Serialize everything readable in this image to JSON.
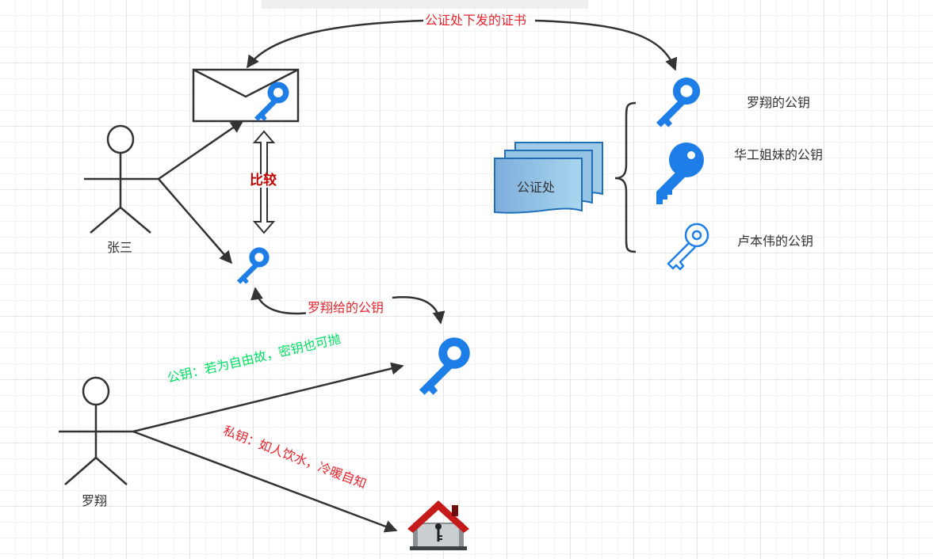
{
  "labels": {
    "cert_from_ca": "公证处下发的证书",
    "compare": "比较",
    "person_zhang": "张三",
    "person_luo": "罗翔",
    "luo_gives_key": "罗翔给的公钥",
    "ca_name": "公证处",
    "key_luo": "罗翔的公钥",
    "key_sisters": "华工姐妹的公钥",
    "key_lu": "卢本伟的公钥",
    "public_key_note": "公钥：若为自由故，密钥也可抛",
    "private_key_note": "私钥：如人饮水，冷暖自知"
  },
  "colors": {
    "red_text": "#e8232b",
    "dark_red": "#c00000",
    "green_text": "#00e060",
    "key_blue": "#1e7ee8",
    "line": "#333333"
  }
}
